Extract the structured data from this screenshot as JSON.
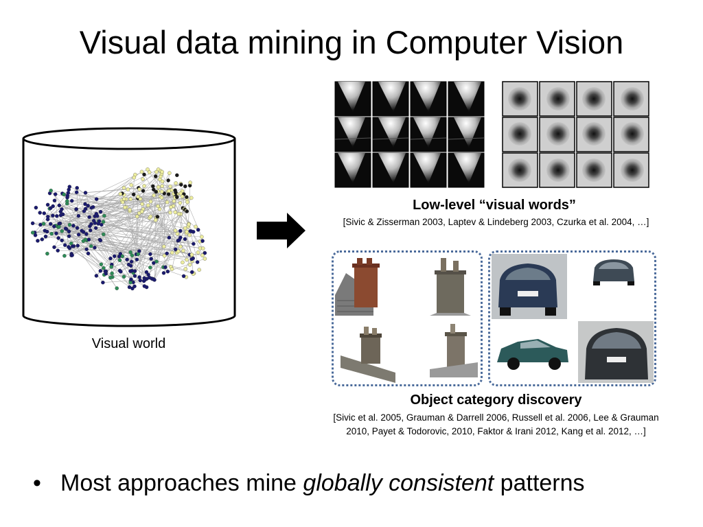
{
  "slide": {
    "title": "Visual data mining in Computer Vision",
    "database_label": "Visual world",
    "visual_words": {
      "heading": "Low-level “visual words”",
      "citation": "[Sivic & Zisserman 2003, Laptev & Lindeberg 2003, Czurka et al. 2004, …]"
    },
    "object_discovery": {
      "heading": "Object category discovery",
      "citation_line1": "[Sivic et al. 2005, Grauman & Darrell 2006, Russell et al. 2006, Lee & Grauman",
      "citation_line2": "2010,  Payet & Todorovic, 2010, Faktor & Irani 2012, Kang et al. 2012, …]"
    },
    "bullet": {
      "before": "Most approaches mine ",
      "emphasis": "globally consistent",
      "after": " patterns"
    }
  },
  "colors": {
    "node_dark_blue": "#1a1a6e",
    "node_green": "#2e8b57",
    "node_yellow": "#eeeea0",
    "edge_gray": "#8a8a8a",
    "frame_blue": "#4a6a9a"
  }
}
